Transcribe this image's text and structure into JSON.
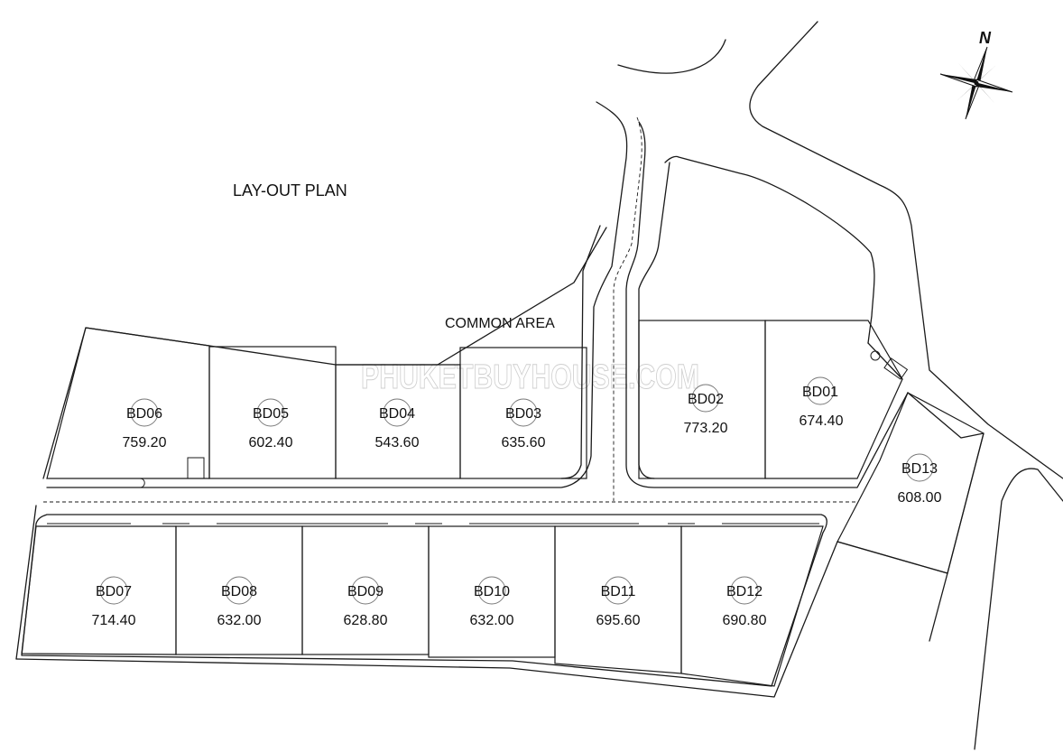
{
  "title": "LAY-OUT PLAN",
  "common_area_label": "COMMON AREA",
  "watermark": "PHUKETBUYHOUSE.COM",
  "north_label": "N",
  "plots": [
    {
      "id": "BD01",
      "area": "674.40"
    },
    {
      "id": "BD02",
      "area": "773.20"
    },
    {
      "id": "BD03",
      "area": "635.60"
    },
    {
      "id": "BD04",
      "area": "543.60"
    },
    {
      "id": "BD05",
      "area": "602.40"
    },
    {
      "id": "BD06",
      "area": "759.20"
    },
    {
      "id": "BD07",
      "area": "714.40"
    },
    {
      "id": "BD08",
      "area": "632.00"
    },
    {
      "id": "BD09",
      "area": "628.80"
    },
    {
      "id": "BD10",
      "area": "632.00"
    },
    {
      "id": "BD11",
      "area": "695.60"
    },
    {
      "id": "BD12",
      "area": "690.80"
    },
    {
      "id": "BD13",
      "area": "608.00"
    }
  ]
}
